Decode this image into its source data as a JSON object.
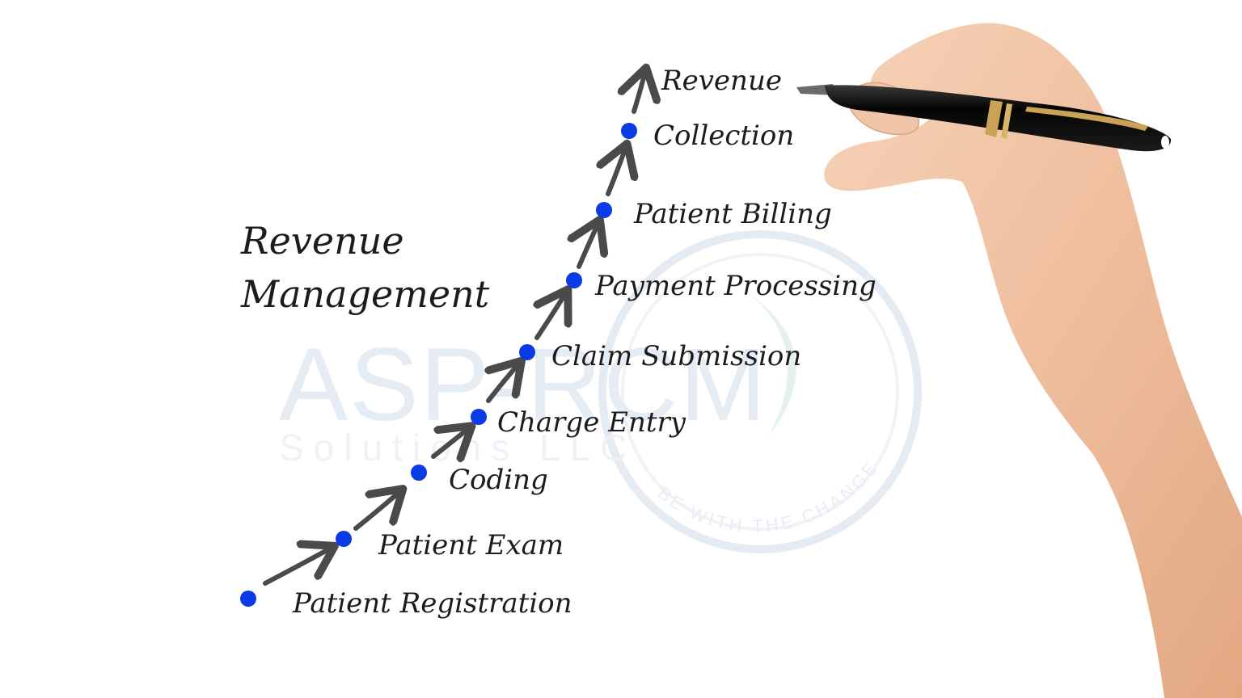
{
  "title_lines": [
    "Revenue",
    "Management"
  ],
  "steps": [
    "Patient Registration",
    "Patient Exam",
    "Coding",
    "Charge Entry",
    "Claim Submission",
    "Payment Processing",
    "Patient Billing",
    "Collection"
  ],
  "goal": "Revenue",
  "watermark": {
    "main": "ASP-RCM",
    "sub": "Solutions LLC",
    "tagline": "BE WITH THE CHANGE"
  },
  "colors": {
    "dot": "#0a3be6",
    "arrow": "#4a4a4a",
    "ink": "#1c1c1c",
    "watermark": "#dfe6ef",
    "skin": "#efc1a0",
    "pen": "#0c0c0c",
    "gold": "#c9a255"
  }
}
